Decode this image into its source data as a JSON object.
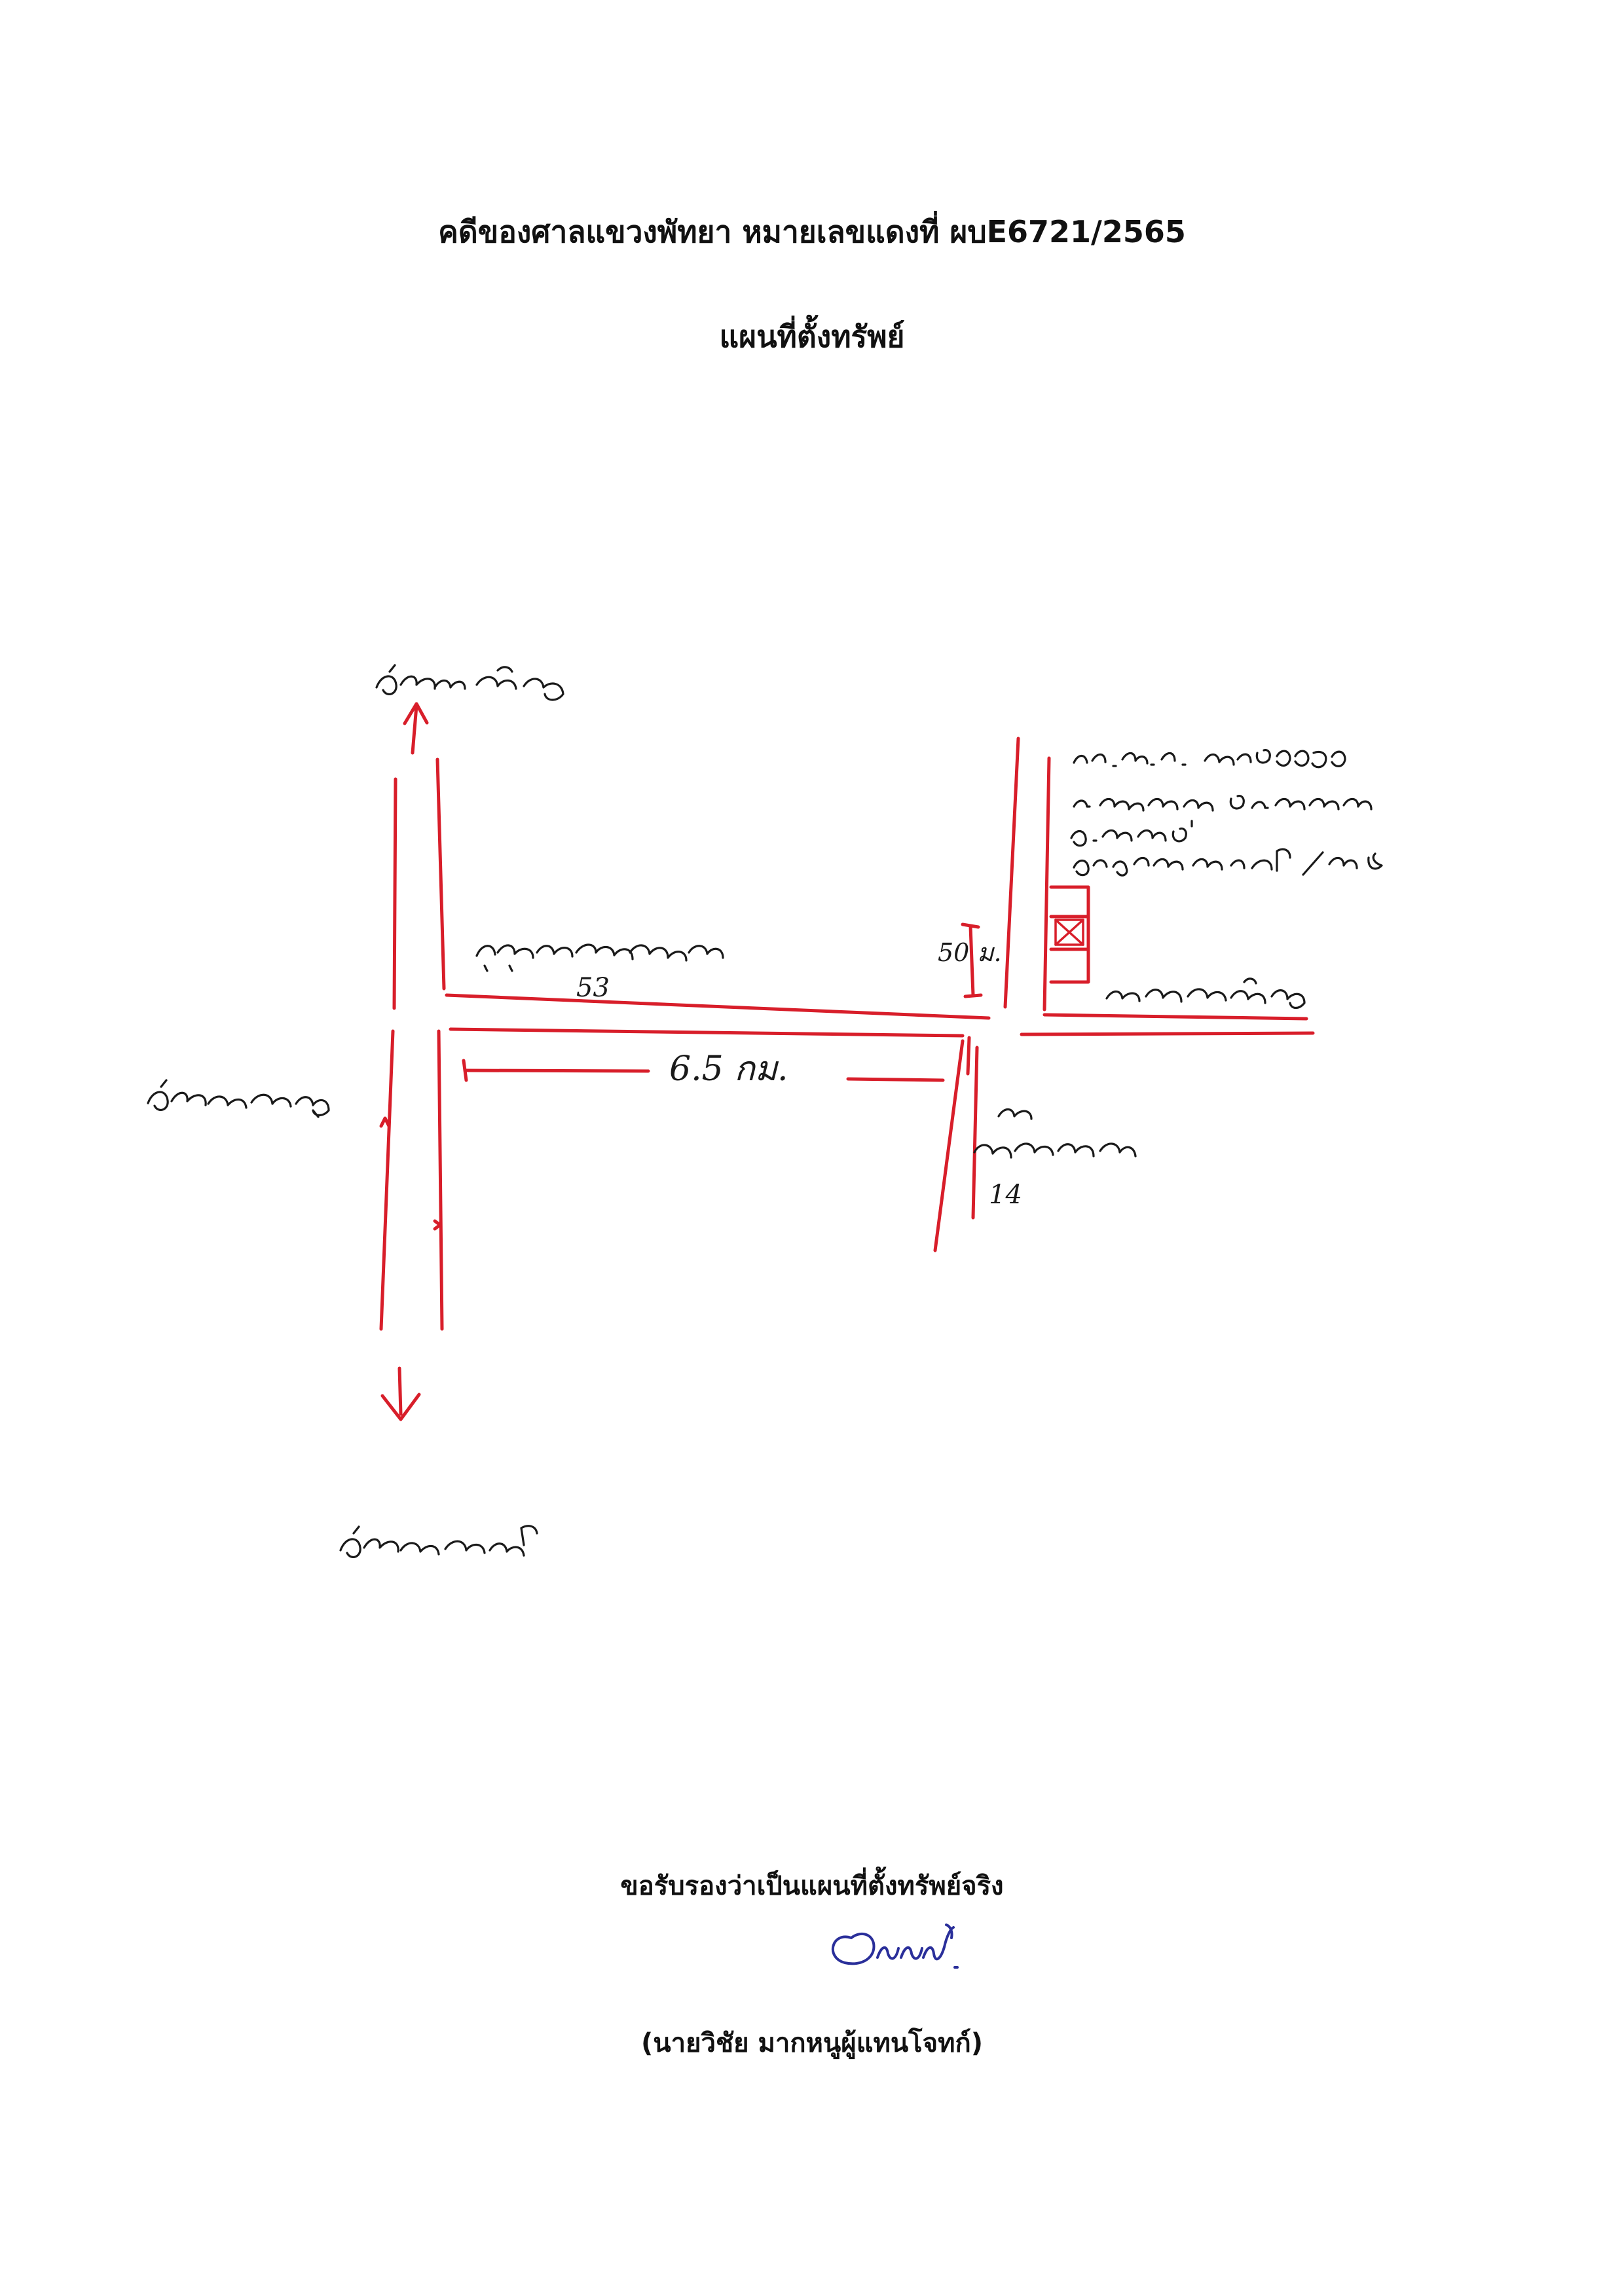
{
  "document": {
    "case_heading": "คดีของศาลแขวงพัทยา หมายเลขแดงที่ ผบE6721/2565",
    "map_title": "แผนที่ตั้งทรัพย์",
    "certification": "ขอรับรองว่าเป็นแผนที่ตั้งทรัพย์จริง",
    "signer": "(นายวิชัย มากหนูผู้แทนโจทก์)"
  },
  "map": {
    "legible_labels": {
      "sukhumvit_soi_number": "53",
      "distance": "6.5 กม.",
      "side_road_number": "14",
      "distance_to_property": "50 ม."
    },
    "ink_color": "#d81e2a",
    "handwriting_color": "#1a1a1a",
    "signature_color": "#2a2f9a"
  }
}
